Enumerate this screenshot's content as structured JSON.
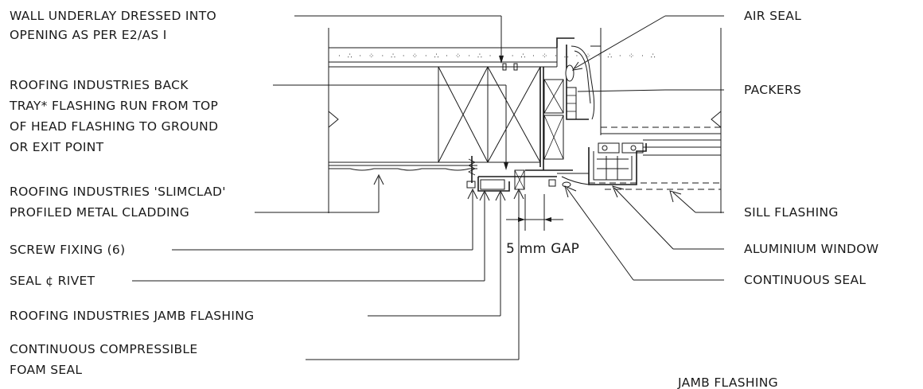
{
  "labels": {
    "wall_underlay": [
      "WALL UNDERLAY DRESSED INTO",
      "OPENING AS PER E2/AS I"
    ],
    "back_tray": [
      "ROOFING INDUSTRIES BACK",
      "TRAY* FLASHING RUN FROM TOP",
      "OF HEAD FLASHING TO GROUND",
      "OR EXIT POINT"
    ],
    "slimclad": [
      "ROOFING INDUSTRIES 'SLIMCLAD'",
      "PROFILED METAL CLADDING"
    ],
    "screw_fixing": "SCREW FIXING (6)",
    "seal_rivet": "SEAL ¢ RIVET",
    "jamb_flashing_label": "ROOFING INDUSTRIES JAMB FLASHING",
    "foam_seal": [
      "CONTINUOUS COMPRESSIBLE",
      "FOAM SEAL"
    ],
    "air_seal": "AIR SEAL",
    "packers": "PACKERS",
    "sill_flashing": "SILL FLASHING",
    "aluminium_window": "ALUMINIUM WINDOW",
    "continuous_seal": "CONTINUOUS SEAL",
    "gap": "5 mm GAP",
    "drawing_title": "JAMB FLASHING"
  }
}
